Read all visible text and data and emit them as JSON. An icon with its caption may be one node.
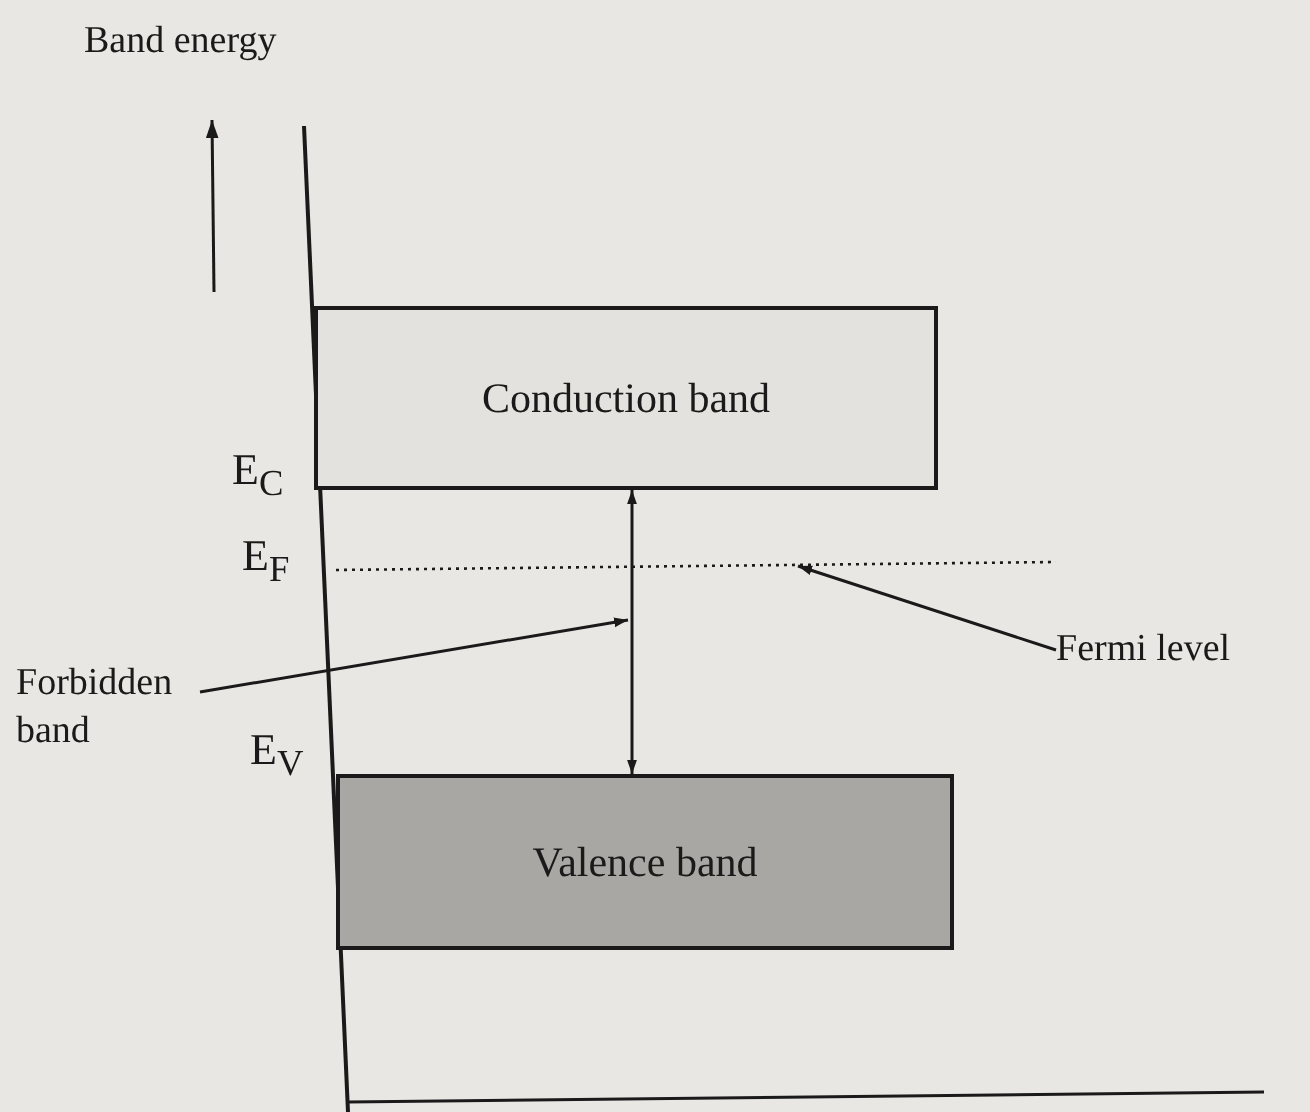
{
  "diagram": {
    "nodes": [
      {
        "text": [
          "Conduction band"
        ]
      },
      {
        "text": [
          "Forbidden band"
        ]
      },
      {
        "text": [
          "Fermi level"
        ]
      },
      {
        "text": [
          "Valence band"
        ]
      }
    ],
    "edges": [
      {
        "from": 0,
        "to": 3,
        "arrow": "both"
      },
      {
        "from": 1,
        "to": null,
        "arrow": "to"
      },
      {
        "from": 2,
        "to": null,
        "arrow": "to"
      }
    ],
    "labels": [
      "Band energy",
      "E$_{C}$",
      "E$_{F}$",
      "E$_{V}$"
    ]
  }
}
